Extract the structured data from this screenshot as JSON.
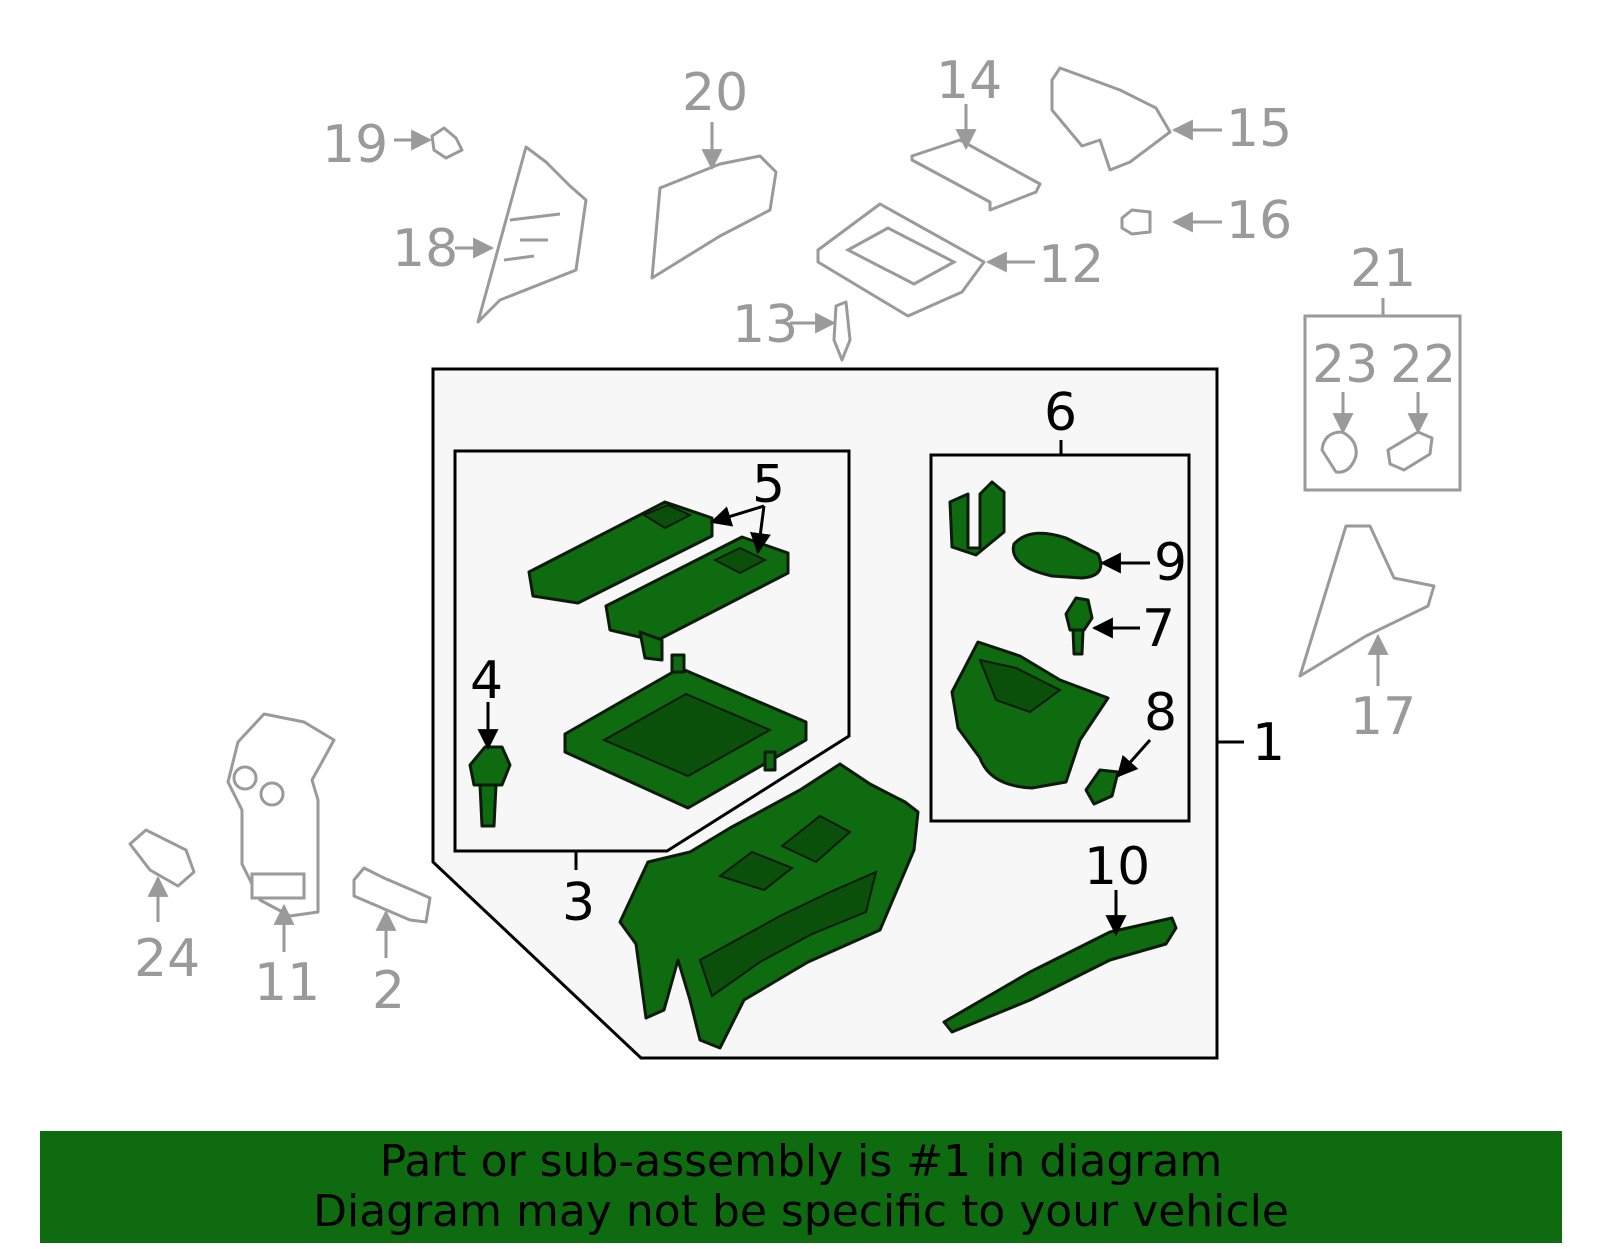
{
  "diagram": {
    "callouts": {
      "c1": "1",
      "c2": "2",
      "c3": "3",
      "c4": "4",
      "c5": "5",
      "c6": "6",
      "c7": "7",
      "c8": "8",
      "c9": "9",
      "c10": "10",
      "c11": "11",
      "c12": "12",
      "c13": "13",
      "c14": "14",
      "c15": "15",
      "c16": "16",
      "c17": "17",
      "c18": "18",
      "c19": "19",
      "c20": "20",
      "c21": "21",
      "c22": "22",
      "c23": "23",
      "c24": "24"
    },
    "colors": {
      "highlight": "#0f6b0f",
      "unselected_outline": "#9a9a9a",
      "assembly_background": "#f7f7f7"
    }
  },
  "footer": {
    "line1": "Part or sub-assembly is #1 in diagram",
    "line2": "Diagram may not be specific to your vehicle"
  }
}
